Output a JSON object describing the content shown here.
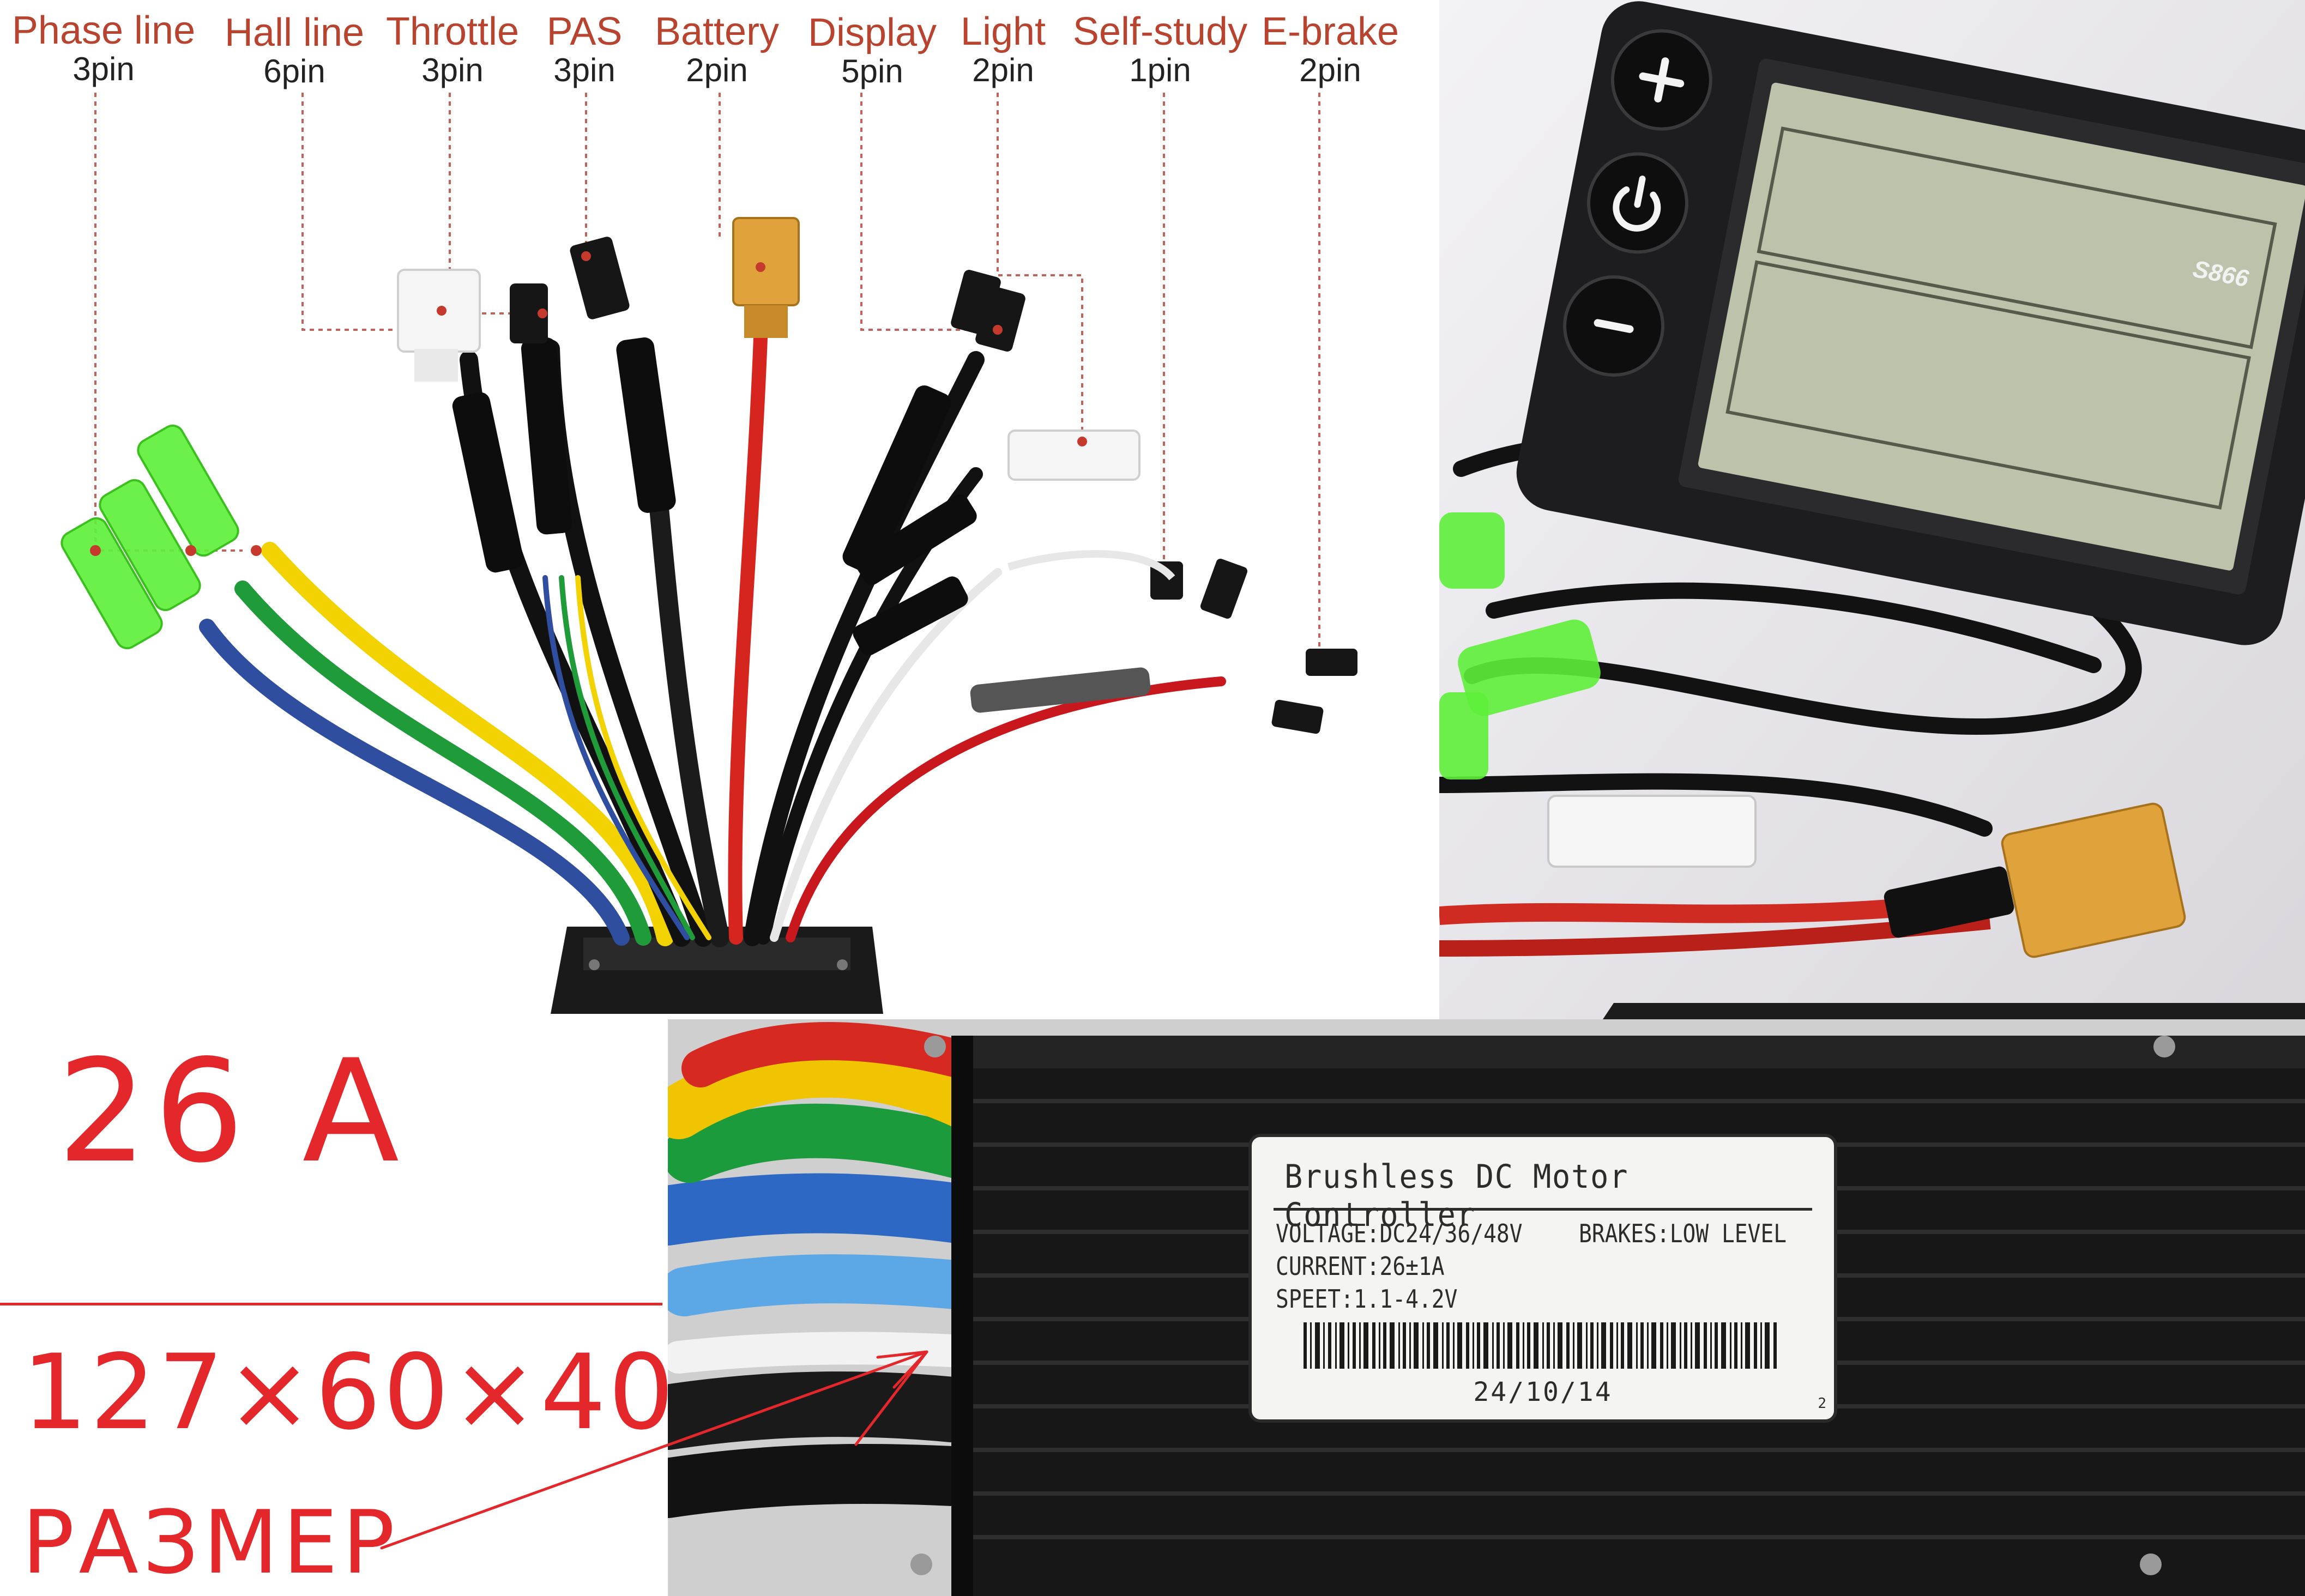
{
  "diagram": {
    "labels": [
      {
        "name": "Phase line",
        "pins": "3pin"
      },
      {
        "name": "Hall line",
        "pins": "6pin"
      },
      {
        "name": "Throttle",
        "pins": "3pin"
      },
      {
        "name": "PAS",
        "pins": "3pin"
      },
      {
        "name": "Battery",
        "pins": "2pin"
      },
      {
        "name": "Display",
        "pins": "5pin"
      },
      {
        "name": "Light",
        "pins": "2pin"
      },
      {
        "name": "Self-study",
        "pins": "1pin"
      },
      {
        "name": "E-brake",
        "pins": "2pin"
      }
    ]
  },
  "display": {
    "model": "S866",
    "buttons": [
      "+",
      "power",
      "−"
    ]
  },
  "controller_label": {
    "title": "Brushless DC Motor Controller",
    "voltage": "VOLTAGE:DC24/36/48V",
    "brakes": "BRAKES:LOW LEVEL",
    "current": "CURRENT:26±1A",
    "speed": "SPEET:1.1-4.2V",
    "date": "24/10/14",
    "corner_mark": "2"
  },
  "notes": {
    "current": "26 A",
    "dimensions": "127×60×40",
    "size_word": "РАЗМЕР"
  },
  "colors": {
    "annotation_red": "#e3272b",
    "label_red": "#b8432f",
    "connector_green": "#5ef03a",
    "battery_connector": "#e0a23a",
    "controller_body": "#1c1c1c"
  }
}
